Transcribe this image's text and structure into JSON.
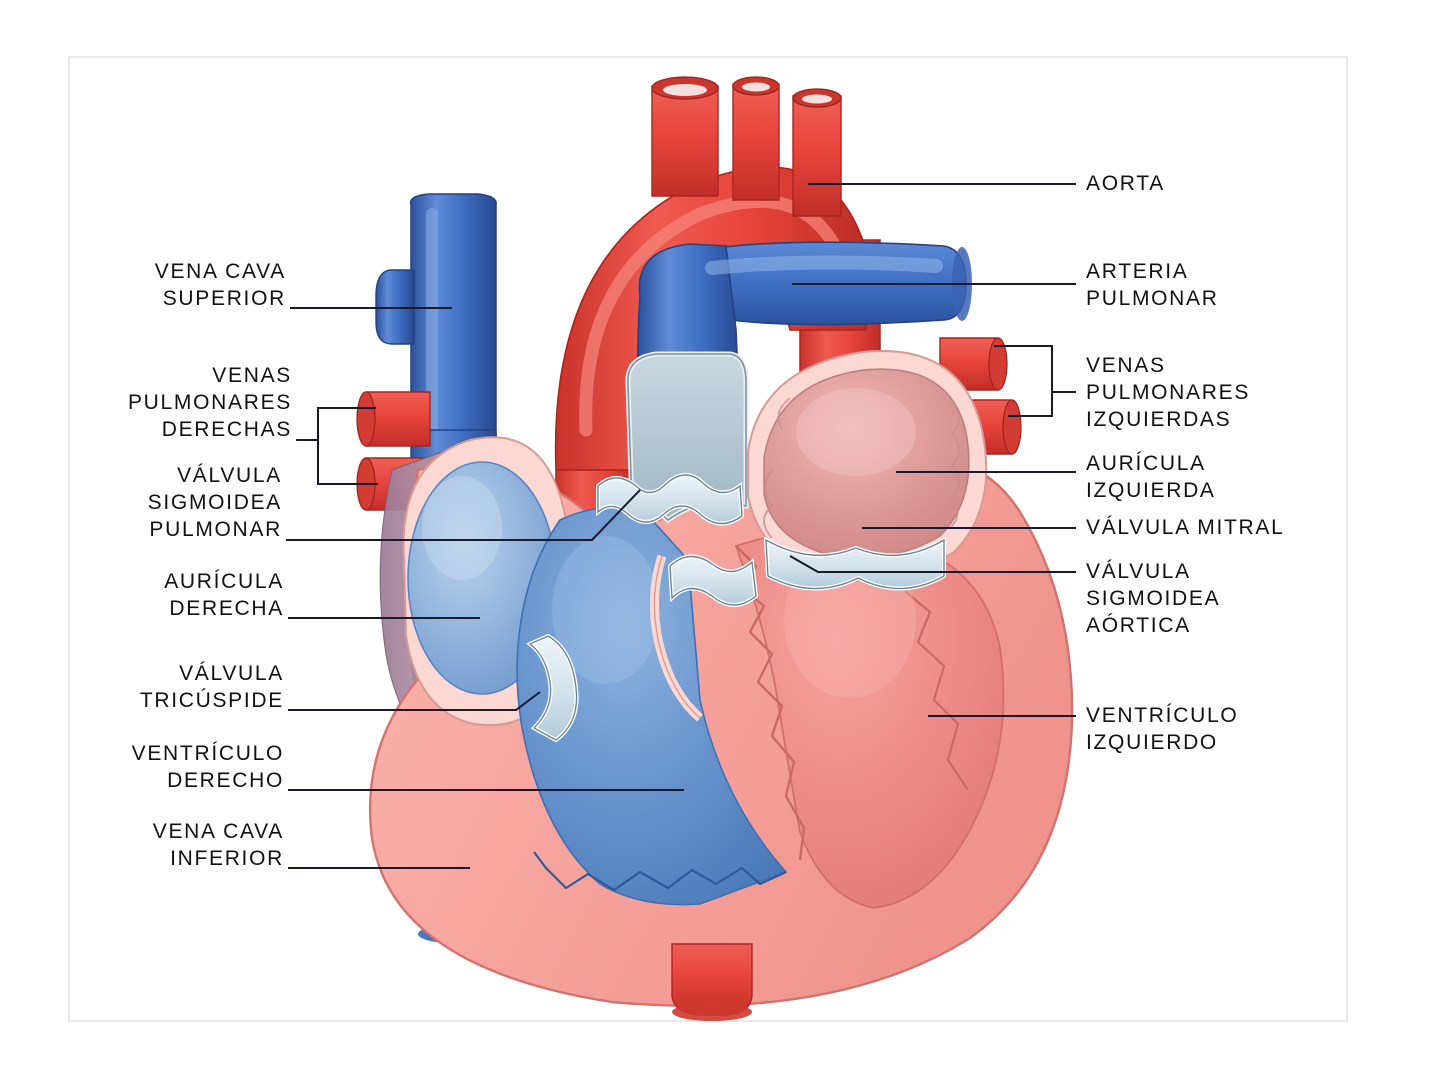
{
  "diagram": {
    "subject": "corazon-humano-corte-frontal",
    "language": "es",
    "background_color": "#ffffff",
    "frame_color": "#e8e8e8",
    "label_color": "#111111",
    "leader_color": "#1a1a2e",
    "palette": {
      "artery_red": "#e8453c",
      "artery_red_dark": "#c22f28",
      "vein_blue": "#3f6fc4",
      "vein_blue_dark": "#2d55a0",
      "chamber_blue": "#6f9ad4",
      "chamber_blue_light": "#a8c4e4",
      "myocardium_pink": "#f7a6a0",
      "myocardium_pink_dark": "#e8857e",
      "cavity_rose": "#ef8b8b",
      "atrium_mauve": "#dd9a9a",
      "valve_pale": "#cfe0ea",
      "lumen_grey_blue": "#b6c8d2",
      "rim_cream": "#fbd9d2"
    }
  },
  "labels_left": [
    {
      "id": "vena-cava-superior",
      "lines": [
        "VENA CAVA",
        "SUPERIOR"
      ]
    },
    {
      "id": "venas-pulmonares-derechas",
      "lines": [
        "VENAS",
        "PULMONARES",
        "DERECHAS"
      ]
    },
    {
      "id": "valvula-sigmoidea-pulmonar",
      "lines": [
        "VÁLVULA",
        "SIGMOIDEA",
        "PULMONAR"
      ]
    },
    {
      "id": "auricula-derecha",
      "lines": [
        "AURÍCULA",
        "DERECHA"
      ]
    },
    {
      "id": "valvula-tricuspide",
      "lines": [
        "VÁLVULA",
        "TRICÚSPIDE"
      ]
    },
    {
      "id": "ventriculo-derecho",
      "lines": [
        "VENTRÍCULO",
        "DERECHO"
      ]
    },
    {
      "id": "vena-cava-inferior",
      "lines": [
        "VENA CAVA",
        "INFERIOR"
      ]
    }
  ],
  "labels_right": [
    {
      "id": "aorta",
      "lines": [
        "AORTA"
      ]
    },
    {
      "id": "arteria-pulmonar",
      "lines": [
        "ARTERIA",
        "PULMONAR"
      ]
    },
    {
      "id": "venas-pulmonares-izquierdas",
      "lines": [
        "VENAS",
        "PULMONARES",
        "IZQUIERDAS"
      ]
    },
    {
      "id": "auricula-izquierda",
      "lines": [
        "AURÍCULA",
        "IZQUIERDA"
      ]
    },
    {
      "id": "valvula-mitral",
      "lines": [
        "VÁLVULA MITRAL"
      ]
    },
    {
      "id": "valvula-sigmoidea-aortica",
      "lines": [
        "VÁLVULA",
        "SIGMOIDEA",
        "AÓRTICA"
      ]
    },
    {
      "id": "ventriculo-izquierdo",
      "lines": [
        "VENTRÍCULO",
        "IZQUIERDO"
      ]
    }
  ],
  "text": {
    "l0a": "VENA CAVA",
    "l0b": "SUPERIOR",
    "l1a": "VENAS",
    "l1b": "PULMONARES",
    "l1c": "DERECHAS",
    "l2a": "VÁLVULA",
    "l2b": "SIGMOIDEA",
    "l2c": "PULMONAR",
    "l3a": "AURÍCULA",
    "l3b": "DERECHA",
    "l4a": "VÁLVULA",
    "l4b": "TRICÚSPIDE",
    "l5a": "VENTRÍCULO",
    "l5b": "DERECHO",
    "l6a": "VENA CAVA",
    "l6b": "INFERIOR",
    "r0a": "AORTA",
    "r1a": "ARTERIA",
    "r1b": "PULMONAR",
    "r2a": "VENAS",
    "r2b": "PULMONARES",
    "r2c": "IZQUIERDAS",
    "r3a": "AURÍCULA",
    "r3b": "IZQUIERDA",
    "r4a": "VÁLVULA MITRAL",
    "r5a": "VÁLVULA",
    "r5b": "SIGMOIDEA",
    "r5c": "AÓRTICA",
    "r6a": "VENTRÍCULO",
    "r6b": "IZQUIERDO"
  }
}
